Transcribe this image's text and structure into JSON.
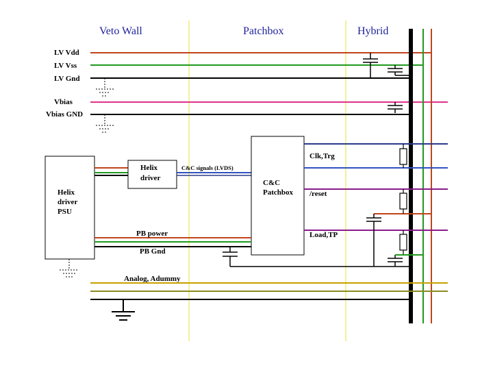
{
  "sections": {
    "veto_wall": "Veto Wall",
    "patchbox": "Patchbox",
    "hybrid": "Hybrid"
  },
  "rails": {
    "lv_vdd": "LV Vdd",
    "lv_vss": "LV Vss",
    "lv_gnd": "LV Gnd",
    "vbias": "Vbias",
    "vbias_gnd": "Vbias GND"
  },
  "blocks": {
    "helix_psu": [
      "Helix",
      "driver",
      "PSU"
    ],
    "helix_driver": [
      "Helix",
      "driver"
    ],
    "cc_patchbox": [
      "C&C",
      "Patchbox"
    ]
  },
  "signals": {
    "cc_signals": "C&C signals (LVDS)",
    "clk_trg": "Clk,Trg",
    "reset": "/reset",
    "load_tp": "Load,TP",
    "pb_power": "PB power",
    "pb_gnd": "PB Gnd",
    "analog": "Analog, Adummy"
  },
  "colors": {
    "vdd": "#c0441a",
    "vss": "#1f9a1f",
    "gnd": "#000000",
    "vbias": "#e0308a",
    "clk": "#2a3a8a",
    "lvds": "#3050c0",
    "reset": "#8a1a8a",
    "analog": "#c8a000",
    "analog2": "#8a8a20",
    "divider": "#f2ec7a",
    "section_text": "#1f1f9a"
  }
}
